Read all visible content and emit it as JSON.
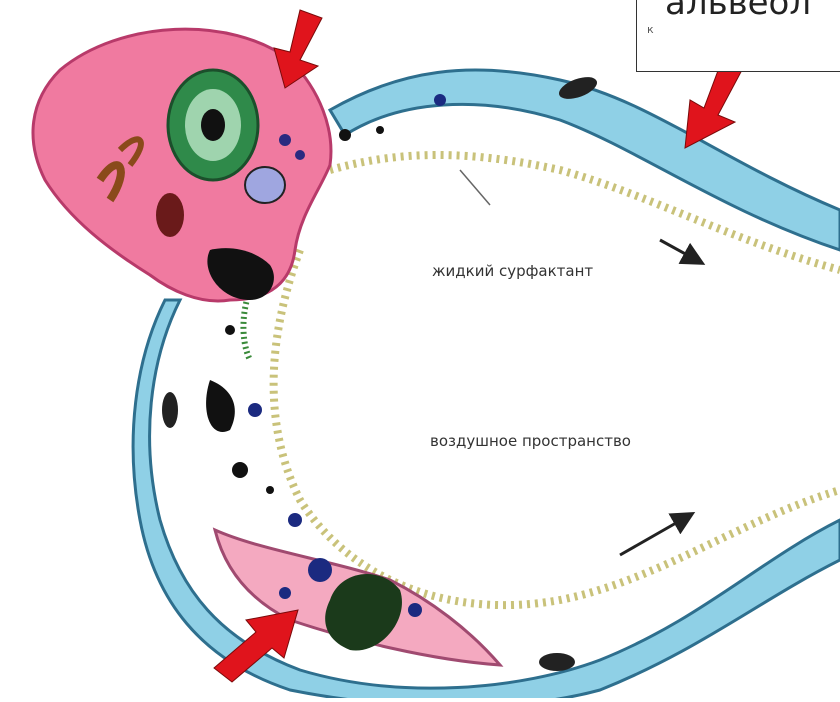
{
  "labels": {
    "liquid_surfactant": "жидкий сурфактант",
    "air_space": "воздушное пространство",
    "callout_text": "альвеол",
    "callout_fragment": "к"
  },
  "colors": {
    "capillary_wall": "#7fc8e0",
    "capillary_edge": "#2e6f8e",
    "type2_cell": "#f07aa0",
    "type1_cell": "#f4a9c0",
    "nucleus_green": "#2f8a4a",
    "arrow_red": "#e0141c",
    "surfactant_beads": "#c9c27a"
  },
  "icons": [
    "red-pointer-arrow",
    "black-flow-arrow"
  ]
}
